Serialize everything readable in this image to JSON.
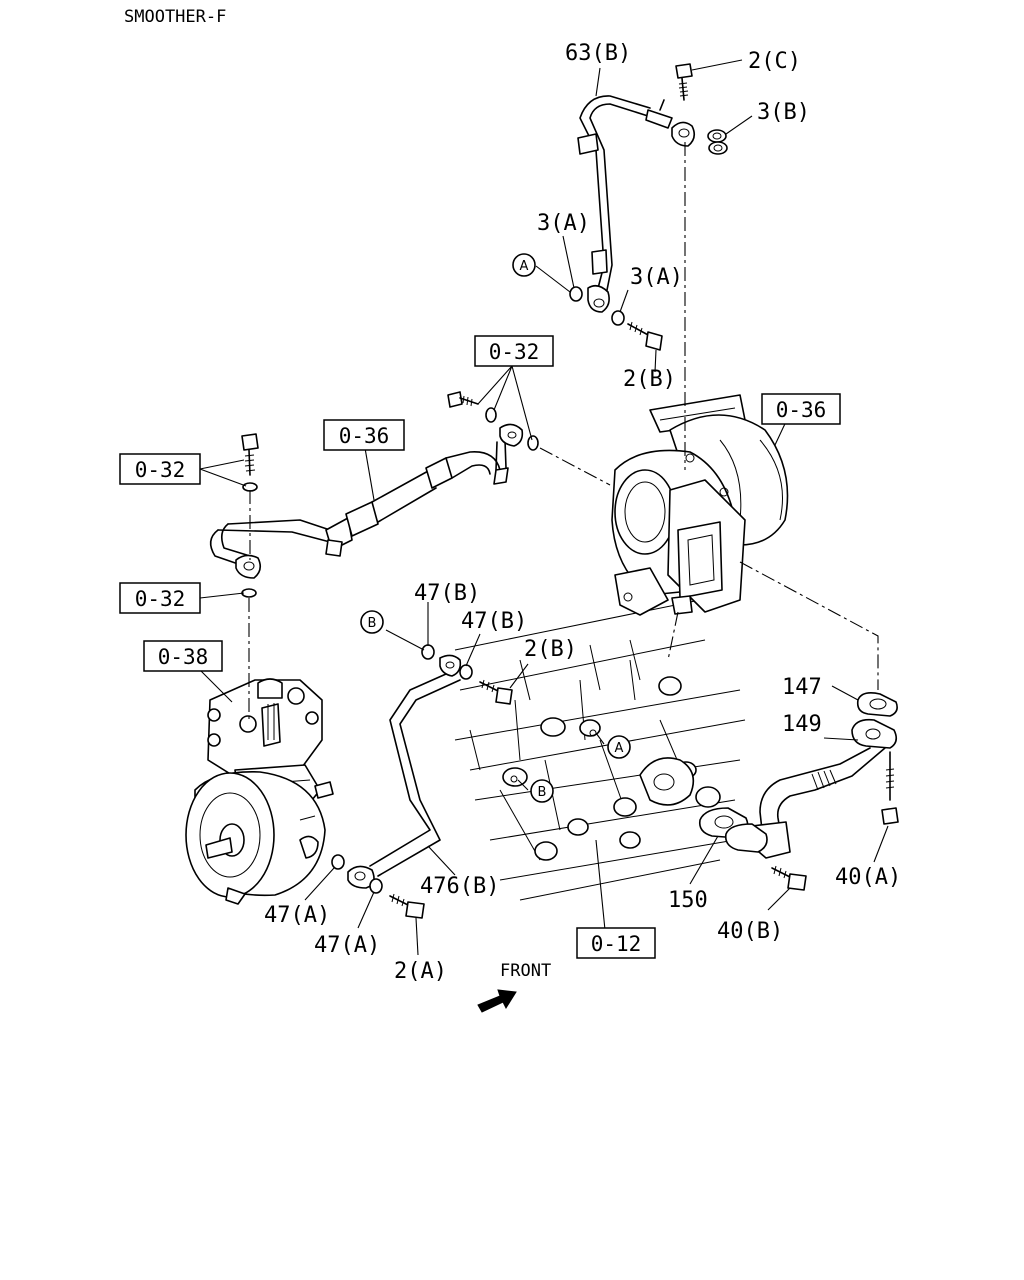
{
  "header": {
    "title": "SMOOTHER-F"
  },
  "direction_label": "FRONT",
  "circle_markers": {
    "a": "A",
    "b": "B"
  },
  "ref_boxes": {
    "r032_top": "0-32",
    "r036_hose": "0-36",
    "r032_left": "0-32",
    "r032_mid": "0-32",
    "r038": "0-38",
    "r036_turbo": "0-36",
    "r012": "0-12"
  },
  "callouts": {
    "c63b": "63(B)",
    "c2c": "2(C)",
    "c3b": "3(B)",
    "c3a_1": "3(A)",
    "c3a_2": "3(A)",
    "c2b_top": "2(B)",
    "c47b_1": "47(B)",
    "c47b_2": "47(B)",
    "c2b_mid": "2(B)",
    "c147": "147",
    "c149": "149",
    "c40a": "40(A)",
    "c40b": "40(B)",
    "c150": "150",
    "c476b": "476(B)",
    "c47a_1": "47(A)",
    "c47a_2": "47(A)",
    "c2a": "2(A)"
  }
}
